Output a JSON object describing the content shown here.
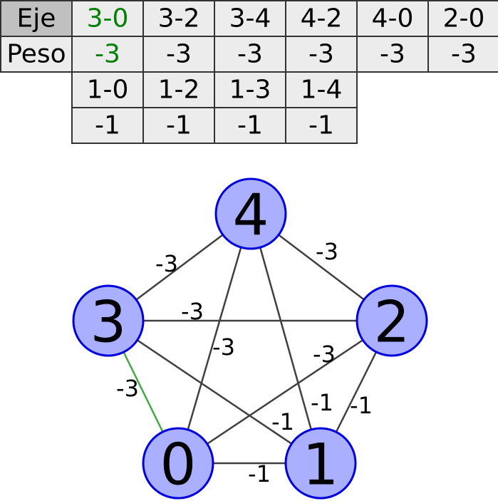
{
  "table": {
    "row_header_edge": "Eje",
    "row_header_weight": "Peso",
    "highlight_color": "#008000",
    "header_cell_color": "#c0c0c0",
    "cell_color": "#ececec",
    "rows": [
      {
        "columns": [
          {
            "edge": "3-0",
            "weight": "-3",
            "highlight": true
          },
          {
            "edge": "3-2",
            "weight": "-3",
            "highlight": false
          },
          {
            "edge": "3-4",
            "weight": "-3",
            "highlight": false
          },
          {
            "edge": "4-2",
            "weight": "-3",
            "highlight": false
          },
          {
            "edge": "4-0",
            "weight": "-3",
            "highlight": false
          },
          {
            "edge": "2-0",
            "weight": "-3",
            "highlight": false
          }
        ]
      },
      {
        "columns": [
          {
            "edge": "1-0",
            "weight": "-1",
            "highlight": false
          },
          {
            "edge": "1-2",
            "weight": "-1",
            "highlight": false
          },
          {
            "edge": "1-3",
            "weight": "-1",
            "highlight": false
          },
          {
            "edge": "1-4",
            "weight": "-1",
            "highlight": false
          }
        ]
      }
    ]
  },
  "graph": {
    "node_fill": "#aab0ff",
    "node_stroke": "#0000dd",
    "edge_color": "#404040",
    "highlight_edge_color": "#44aa44",
    "nodes": [
      {
        "id": "4",
        "label": "4"
      },
      {
        "id": "3",
        "label": "3"
      },
      {
        "id": "2",
        "label": "2"
      },
      {
        "id": "0",
        "label": "0"
      },
      {
        "id": "1",
        "label": "1"
      }
    ],
    "edges": [
      {
        "from": "4",
        "to": "3",
        "weight": "-3",
        "highlight": false
      },
      {
        "from": "4",
        "to": "2",
        "weight": "-3",
        "highlight": false
      },
      {
        "from": "3",
        "to": "2",
        "weight": "-3",
        "highlight": false
      },
      {
        "from": "4",
        "to": "0",
        "weight": "-3",
        "highlight": false
      },
      {
        "from": "2",
        "to": "0",
        "weight": "-3",
        "highlight": false
      },
      {
        "from": "3",
        "to": "0",
        "weight": "-3",
        "highlight": true
      },
      {
        "from": "3",
        "to": "1",
        "weight": "-1",
        "highlight": false
      },
      {
        "from": "4",
        "to": "1",
        "weight": "-1",
        "highlight": false
      },
      {
        "from": "2",
        "to": "1",
        "weight": "-1",
        "highlight": false
      },
      {
        "from": "0",
        "to": "1",
        "weight": "-1",
        "highlight": false
      }
    ]
  }
}
